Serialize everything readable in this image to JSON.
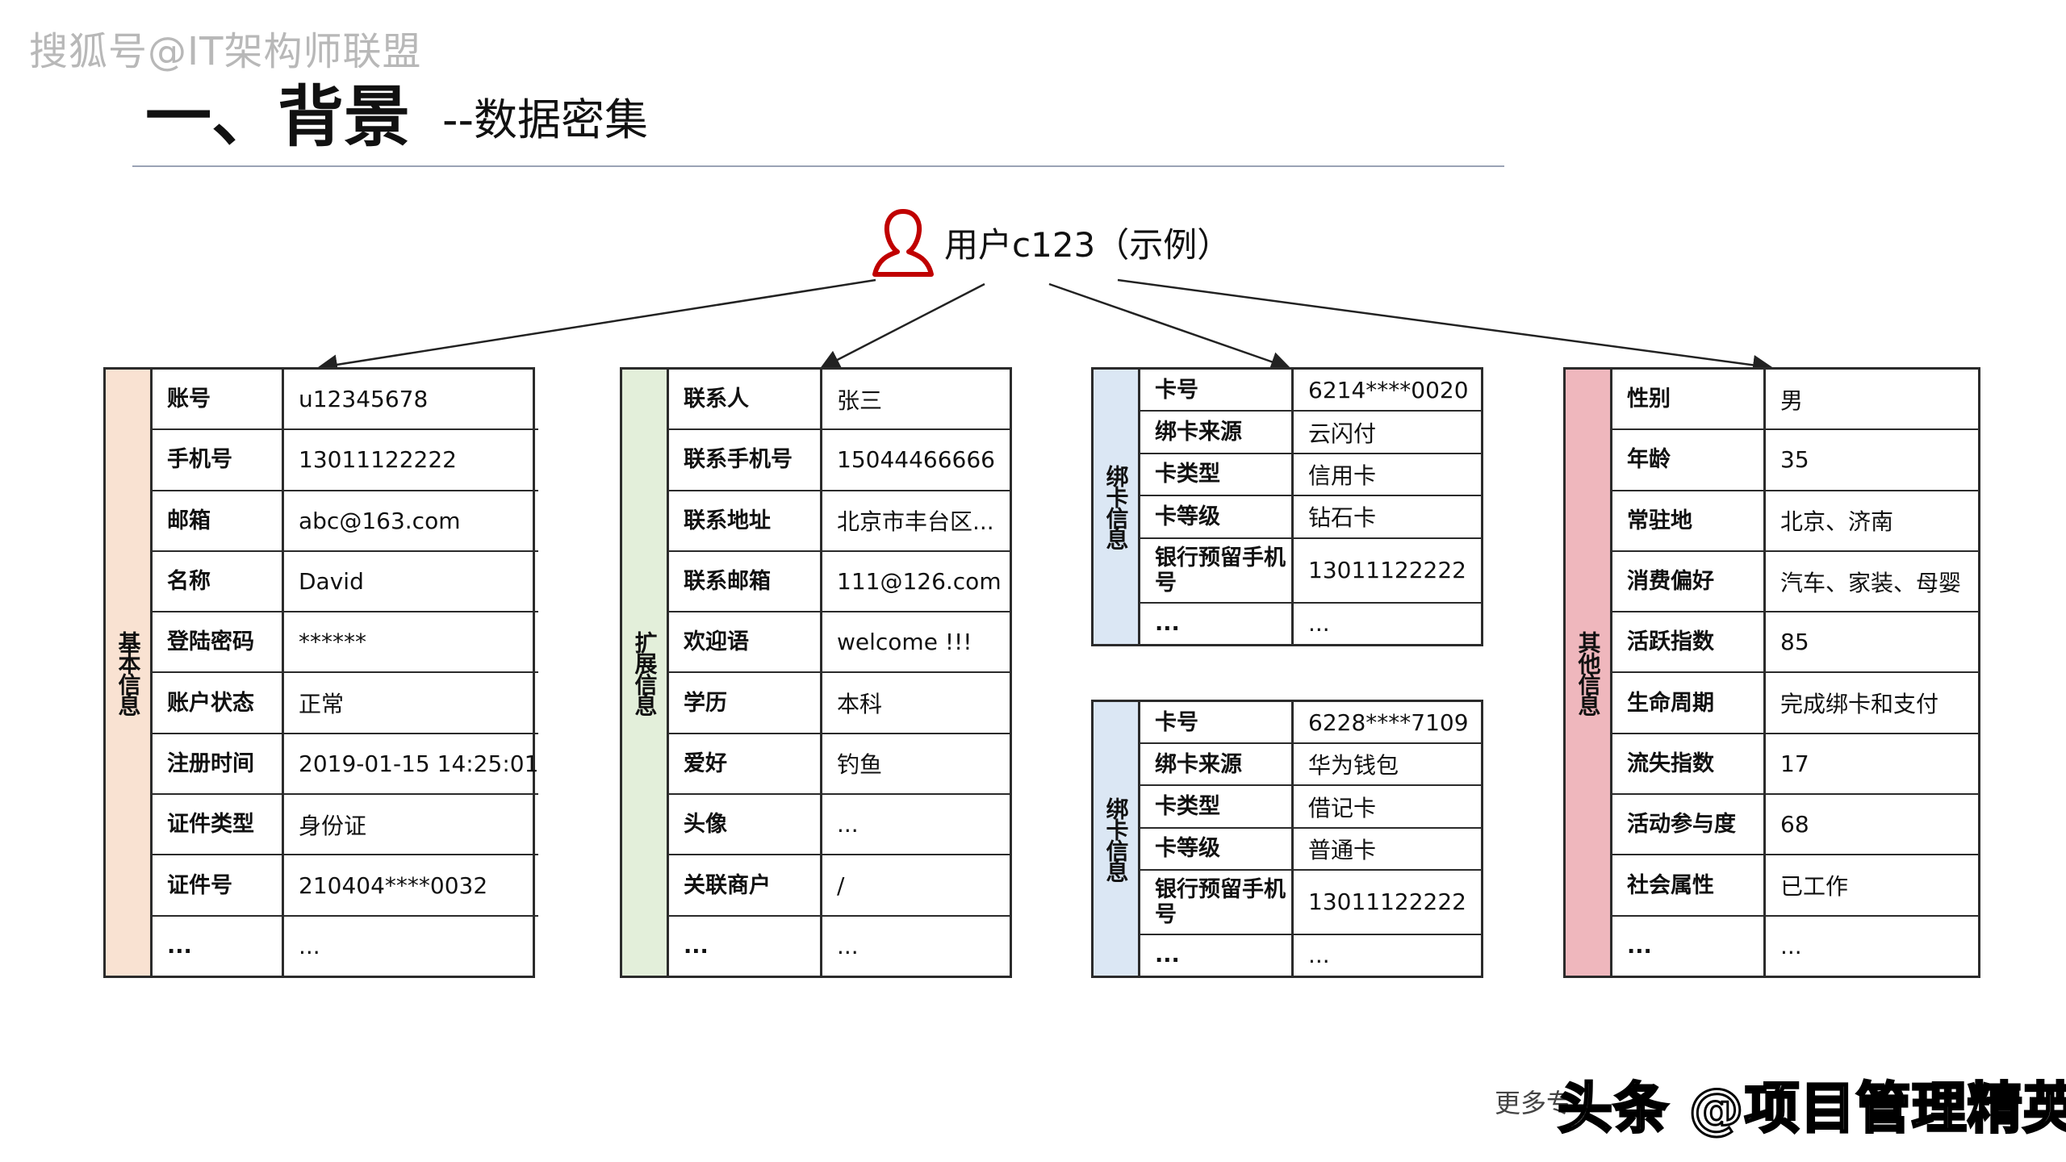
{
  "watermark_top": "搜狐号@IT架构师联盟",
  "title": "一、背景",
  "subtitle": "--数据密集",
  "user_label": "用户c123（示例）",
  "colors": {
    "basic": "#f9e2d2",
    "ext": "#e3efda",
    "card": "#dbe7f4",
    "other": "#efb7bd",
    "user_icon": "#c00000"
  },
  "icons": {
    "user": "user-icon"
  },
  "basic": {
    "label": "基本信息",
    "rows": [
      {
        "k": "账号",
        "v": "u12345678"
      },
      {
        "k": "手机号",
        "v": "13011122222"
      },
      {
        "k": "邮箱",
        "v": "abc@163.com"
      },
      {
        "k": "名称",
        "v": "David"
      },
      {
        "k": "登陆密码",
        "v": "******"
      },
      {
        "k": "账户状态",
        "v": "正常"
      },
      {
        "k": "注册时间",
        "v": "2019-01-15 14:25:01"
      },
      {
        "k": "证件类型",
        "v": "身份证"
      },
      {
        "k": "证件号",
        "v": "210404****0032"
      },
      {
        "k": "...",
        "v": "..."
      }
    ]
  },
  "ext": {
    "label": "扩展信息",
    "rows": [
      {
        "k": "联系人",
        "v": "张三"
      },
      {
        "k": "联系手机号",
        "v": "15044466666"
      },
      {
        "k": "联系地址",
        "v": "北京市丰台区..."
      },
      {
        "k": "联系邮箱",
        "v": "111@126.com"
      },
      {
        "k": "欢迎语",
        "v": "welcome !!!"
      },
      {
        "k": "学历",
        "v": "本科"
      },
      {
        "k": "爱好",
        "v": "钓鱼"
      },
      {
        "k": "头像",
        "v": "..."
      },
      {
        "k": "关联商户",
        "v": "/"
      },
      {
        "k": "...",
        "v": "..."
      }
    ]
  },
  "card1": {
    "label": "绑卡信息",
    "rows": [
      {
        "k": "卡号",
        "v": "6214****0020"
      },
      {
        "k": "绑卡来源",
        "v": "云闪付"
      },
      {
        "k": "卡类型",
        "v": "信用卡"
      },
      {
        "k": "卡等级",
        "v": "钻石卡"
      },
      {
        "k": "银行预留手机号",
        "v": "13011122222"
      },
      {
        "k": "...",
        "v": "..."
      }
    ]
  },
  "card2": {
    "label": "绑卡信息",
    "rows": [
      {
        "k": "卡号",
        "v": "6228****7109"
      },
      {
        "k": "绑卡来源",
        "v": "华为钱包"
      },
      {
        "k": "卡类型",
        "v": "借记卡"
      },
      {
        "k": "卡等级",
        "v": "普通卡"
      },
      {
        "k": "银行预留手机号",
        "v": "13011122222"
      },
      {
        "k": "...",
        "v": "..."
      }
    ]
  },
  "other": {
    "label": "其他信息",
    "rows": [
      {
        "k": "性别",
        "v": "男"
      },
      {
        "k": "年龄",
        "v": "35"
      },
      {
        "k": "常驻地",
        "v": "北京、济南"
      },
      {
        "k": "消费偏好",
        "v": "汽车、家装、母婴"
      },
      {
        "k": "活跃指数",
        "v": "85"
      },
      {
        "k": "生命周期",
        "v": "完成绑卡和支付"
      },
      {
        "k": "流失指数",
        "v": "17"
      },
      {
        "k": "活动参与度",
        "v": "68"
      },
      {
        "k": "社会属性",
        "v": "已工作"
      },
      {
        "k": "...",
        "v": "..."
      }
    ]
  },
  "watermark_bottom_small": "更多专",
  "watermark_bottom_big": "头条 @项目管理精英"
}
